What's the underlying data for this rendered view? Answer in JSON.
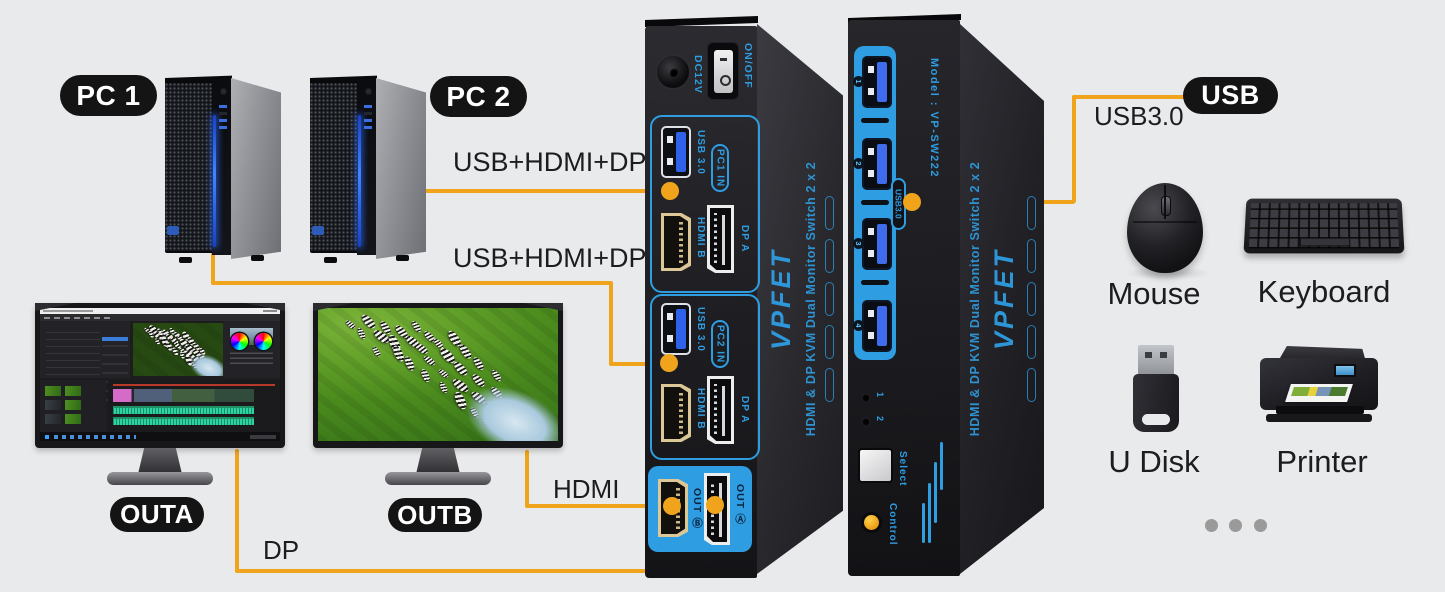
{
  "colors": {
    "background": "#e9eaeb",
    "accent_orange": "#f0a41b",
    "accent_blue": "#2e9de2",
    "pill_bg": "#141414",
    "label_text": "#1d1d1f"
  },
  "pcs": {
    "pc1_label": "PC 1",
    "pc2_label": "PC 2"
  },
  "monitors": {
    "outa_label": "OUTA",
    "outb_label": "OUTB"
  },
  "connections": {
    "pc1_link_label": "USB+HDMI+DP",
    "pc2_link_label": "USB+HDMI+DP",
    "hdmi_label": "HDMI",
    "dp_label": "DP",
    "usb_group_label": "USB",
    "usb30_label": "USB3.0"
  },
  "kvm_rear": {
    "dc_label": "DC12V",
    "power_label": "ON/OFF",
    "pc1_group": {
      "name": "PC1 IN",
      "usb": "USB 3.0",
      "hdmi": "HDMI B",
      "dp": "DP A"
    },
    "pc2_group": {
      "name": "PC2 IN",
      "usb": "USB 3.0",
      "hdmi": "HDMI B",
      "dp": "DP A"
    },
    "out_group": {
      "hdmi": "OUT Ⓑ",
      "dp": "OUT Ⓐ"
    }
  },
  "kvm_front": {
    "model_label": "Model : VP-SW222",
    "usb_badge": "USB3.0",
    "port_numbers": [
      "1",
      "2",
      "3",
      "4"
    ],
    "led_labels": [
      "1",
      "2"
    ],
    "select_label": "Select",
    "control_label": "Control"
  },
  "kvm_side": {
    "logo": "VPFET",
    "text": "HDMI & DP KVM Dual Monitor Switch 2 x 2"
  },
  "peripherals": {
    "mouse_label": "Mouse",
    "keyboard_label": "Keyboard",
    "udisk_label": "U Disk",
    "printer_label": "Printer"
  }
}
